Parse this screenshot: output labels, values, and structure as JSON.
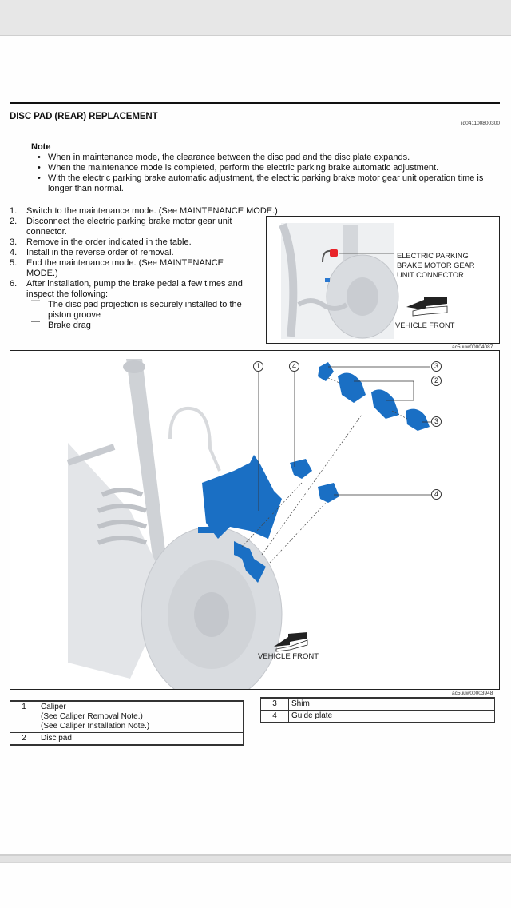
{
  "page": {
    "title": "DISC PAD (REAR) REPLACEMENT",
    "doc_id": "id041100800300"
  },
  "note": {
    "heading": "Note",
    "items": [
      "When in maintenance mode, the clearance between the disc pad and the disc plate expands.",
      "When the maintenance mode is completed, perform the electric parking brake automatic adjustment.",
      "With the electric parking brake automatic adjustment, the electric parking brake motor gear unit operation time is longer than normal."
    ]
  },
  "steps": [
    {
      "num": "1.",
      "text": "Switch to the maintenance mode. (See MAINTENANCE MODE.)"
    },
    {
      "num": "2.",
      "text": "Disconnect the electric parking brake motor gear unit connector."
    },
    {
      "num": "3.",
      "text": "Remove in the order indicated in the table."
    },
    {
      "num": "4.",
      "text": "Install in the reverse order of removal."
    },
    {
      "num": "5.",
      "text": "End the maintenance mode. (See MAINTENANCE MODE.)"
    },
    {
      "num": "6.",
      "text": "After installation, pump the brake pedal a few times and inspect the following:",
      "sub": [
        {
          "dash": "—",
          "text": "The disc pad projection is securely installed to the piston groove"
        },
        {
          "dash": "—",
          "text": "Brake drag"
        }
      ]
    }
  ],
  "figure_connector": {
    "label_lines": [
      "ELECTRIC PARKING",
      "BRAKE MOTOR GEAR",
      "UNIT CONNECTOR"
    ],
    "direction_label": "VEHICLE FRONT",
    "figure_id": "ac5uuw00004087",
    "highlight_color": "#e8242a"
  },
  "figure_exploded": {
    "direction_label": "VEHICLE FRONT",
    "figure_id": "ac5uuw00003948",
    "part_color": "#1a6fc4",
    "callouts": [
      "1",
      "4",
      "3",
      "2",
      "3",
      "4"
    ]
  },
  "parts_table_left": [
    {
      "num": "1",
      "lines": [
        "Caliper",
        "(See Caliper Removal Note.)",
        "(See Caliper Installation Note.)"
      ]
    },
    {
      "num": "2",
      "lines": [
        "Disc pad"
      ]
    }
  ],
  "parts_table_right": [
    {
      "num": "3",
      "lines": [
        "Shim"
      ]
    },
    {
      "num": "4",
      "lines": [
        "Guide plate"
      ]
    }
  ]
}
